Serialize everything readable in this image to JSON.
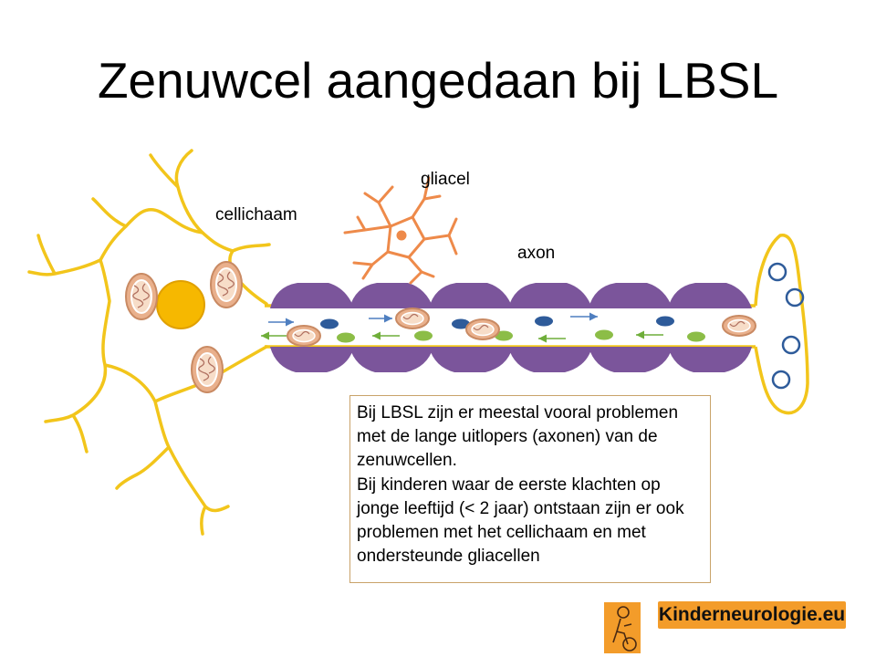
{
  "title": "Zenuwcel aangedaan bij LBSL",
  "labels": {
    "cell_body": "cellichaam",
    "glia": "gliacel",
    "axon": "axon"
  },
  "info": {
    "paragraph1": "Bij LBSL zijn er meestal vooral problemen met de lange uitlopers (axonen) van de zenuwcellen.",
    "paragraph2": "Bij kinderen waar de eerste klachten op jonge leeftijd (< 2 jaar) ontstaan zijn er ook problemen met het cellichaam en met ondersteunde gliacellen"
  },
  "brand": "Kinderneurologie.eu",
  "colors": {
    "neuron_outline": "#f2c51b",
    "nucleus": "#f6b800",
    "myelin": "#7b559b",
    "glia": "#ee8a4a",
    "vesicle_blue": "#2e5b9a",
    "vesicle_green": "#8cbd47",
    "mitochondrion": "#e9b08c",
    "arrow_blue": "#4f7fc0",
    "arrow_green": "#6fae3a",
    "logo_orange": "#f39c2a"
  }
}
